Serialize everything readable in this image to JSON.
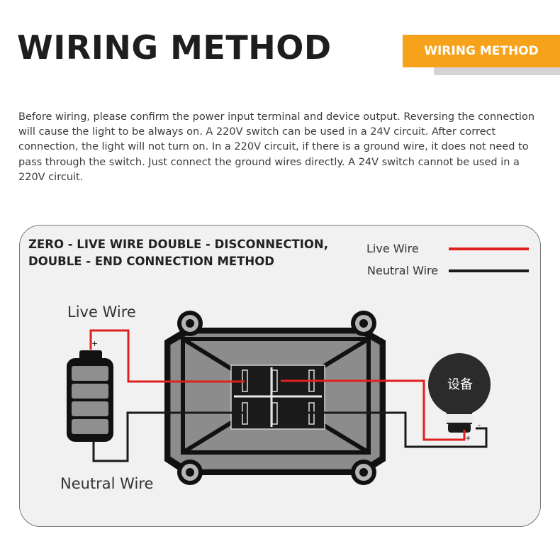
{
  "header": {
    "title": "WIRING METHOD",
    "badge": "WIRING METHOD"
  },
  "description": "Before wiring, please confirm the power input terminal and device output. Reversing the connection will cause the light to be always on. A 220V switch can be used in a 24V circuit. After correct connection, the light will not turn on. In a 220V circuit, if there is a ground wire, it does not need to pass through the switch. Just connect the ground wires directly. A 24V switch cannot be used in a 220V circuit.",
  "diagram": {
    "title": "ZERO - LIVE WIRE DOUBLE - DISCONNECTION, DOUBLE - END CONNECTION METHOD",
    "legend": [
      {
        "label": "Live Wire",
        "color": "#e0201e"
      },
      {
        "label": "Neutral Wire",
        "color": "#1a1a1a"
      }
    ],
    "live_label": "Live Wire",
    "neutral_label": "Neutral Wire",
    "battery_plus": "+",
    "battery_minus": "-",
    "device_label": "设备",
    "device_plus": "+",
    "device_minus": "-"
  },
  "colors": {
    "accent": "#f6a21a",
    "live": "#e0201e",
    "neutral": "#1a1a1a",
    "switch_body": "#8c8c8c",
    "battery_cell": "#8f8f8f"
  }
}
